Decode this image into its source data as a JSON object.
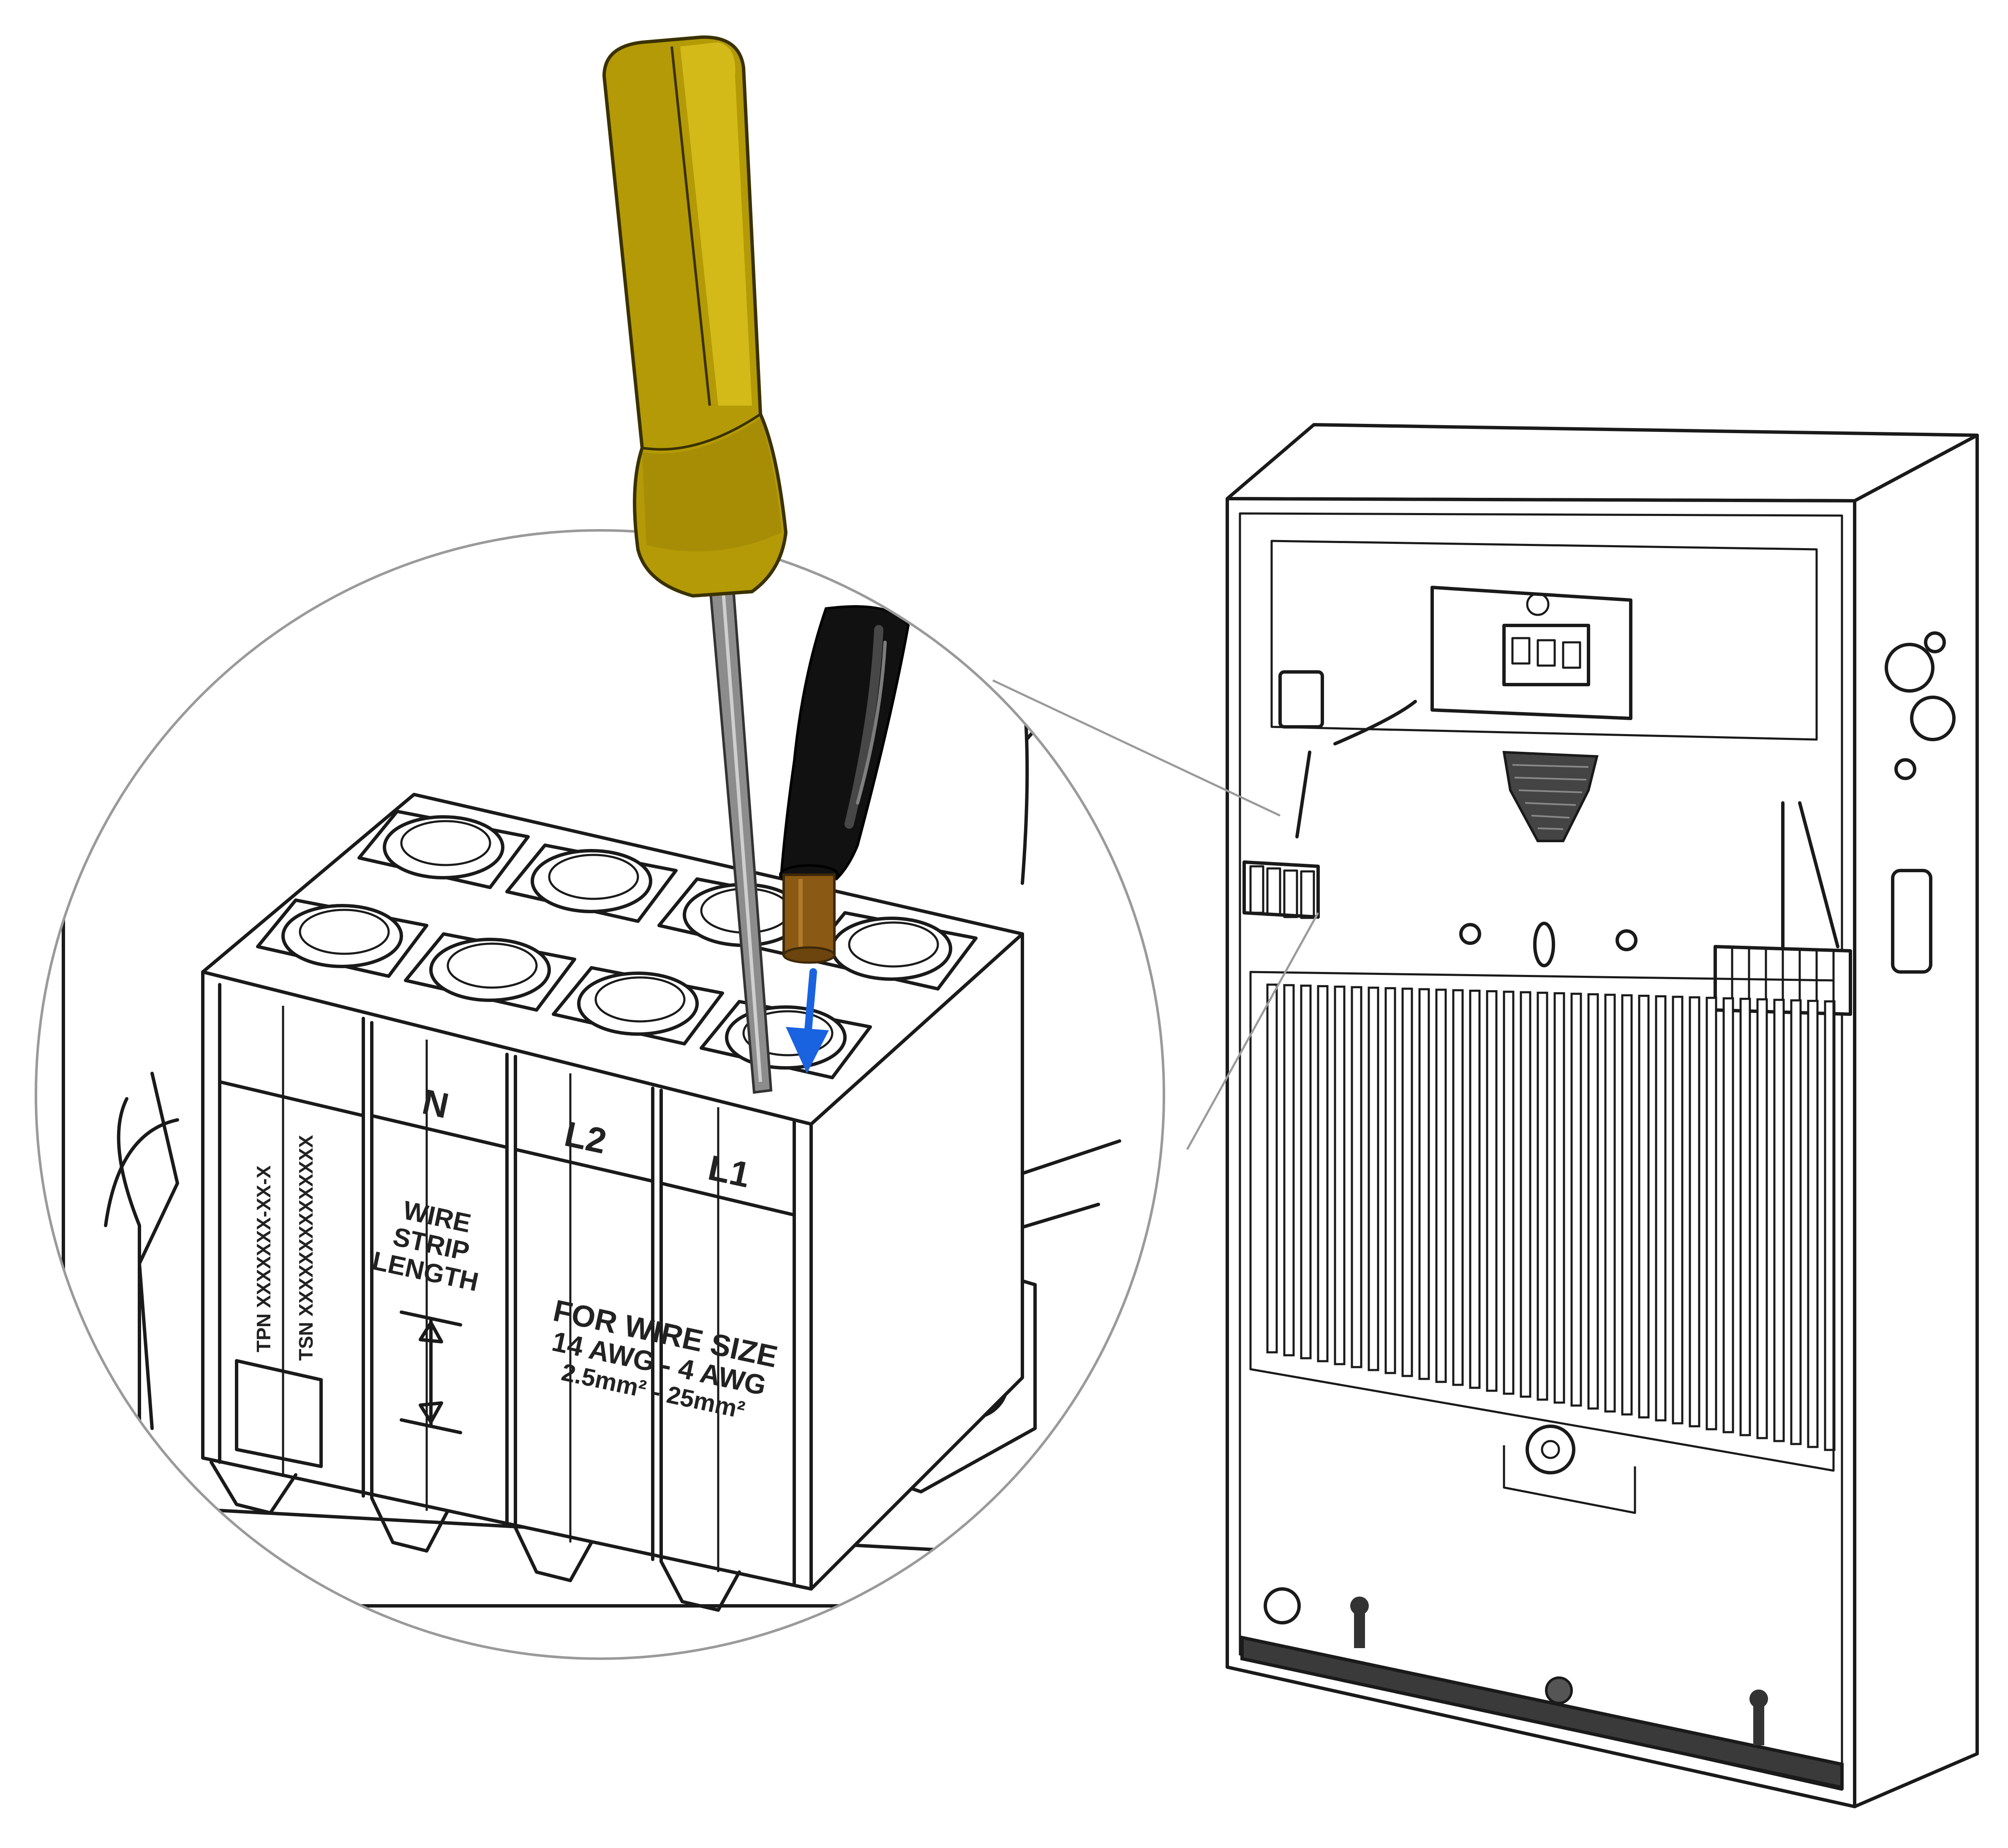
{
  "terminal_block": {
    "tpn": "TPN XXXXXXX-XX-X",
    "tsn": "TSN XXXXXXXXXXXXXX",
    "pole_n": "N",
    "pole_l2": "L2",
    "pole_l1": "L1",
    "strip_line1": "WIRE",
    "strip_line2": "STRIP",
    "strip_line3": "LENGTH",
    "size_line1": "FOR WIRE SIZE",
    "size_line2": "14 AWG - 4 AWG",
    "size_line3": "2.5mm² - 25mm²"
  },
  "colors": {
    "screwdriver_handle": "#b39a06",
    "screwdriver_highlight": "#d8bf1c",
    "shaft": "#8c8c8c",
    "wire_insulation": "#111111",
    "copper": "#8a5a14",
    "insert_arrow": "#1a63e0",
    "magnifier_circle": "#9a9a9a",
    "gasket": "#3a3a3a"
  }
}
